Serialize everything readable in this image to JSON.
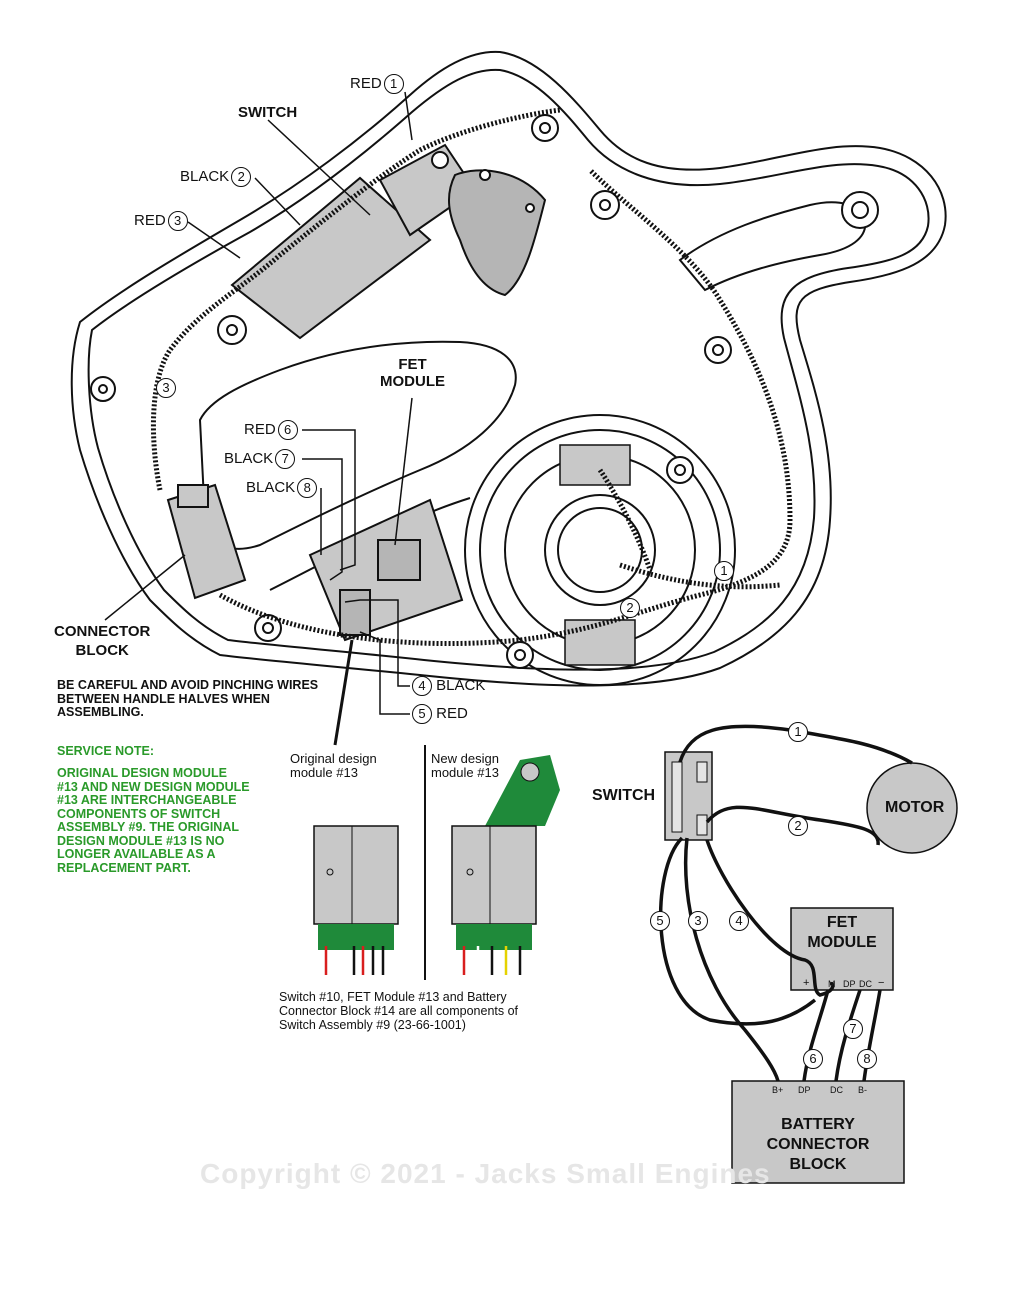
{
  "labels": {
    "switch_top": "SWITCH",
    "red1": "RED",
    "black2": "BLACK",
    "red3": "RED",
    "fet_module": "FET\nMODULE",
    "red6": "RED",
    "black7": "BLACK",
    "black8": "BLACK",
    "black4": "BLACK",
    "red5": "RED",
    "connector_block": "CONNECTOR\nBLOCK",
    "three_left": "3"
  },
  "circled_numbers": {
    "n1": "1",
    "n2": "2",
    "n3": "3",
    "n4": "4",
    "n5": "5",
    "n6": "6",
    "n7": "7",
    "n8": "8"
  },
  "caution_note": "BE CAREFUL AND AVOID PINCHING WIRES\nBETWEEN HANDLE HALVES WHEN\nASSEMBLING.",
  "service_note": {
    "title": "SERVICE NOTE:",
    "body": "ORIGINAL DESIGN MODULE\n#13 AND NEW DESIGN MODULE\n#13 ARE INTERCHANGEABLE\nCOMPONENTS OF SWITCH\nASSEMBLY #9. THE ORIGINAL\nDESIGN MODULE #13 IS NO\nLONGER AVAILABLE AS A\nREPLACEMENT PART."
  },
  "inset": {
    "original_title": "Original design\nmodule #13",
    "new_title": "New design\nmodule #13",
    "caption": "Switch #10, FET Module #13 and Battery\nConnector Block #14 are all components of\nSwitch Assembly #9 (23-66-1001)"
  },
  "schematic": {
    "switch": "SWITCH",
    "motor": "MOTOR",
    "fet_module": "FET\nMODULE",
    "battery": "BATTERY\nCONNECTOR\nBLOCK",
    "fet_pins": [
      "+",
      "M",
      "DP",
      "DC",
      "−"
    ],
    "battery_pins": [
      "B+",
      "DP",
      "DC",
      "B-"
    ],
    "wire_numbers": [
      "1",
      "2",
      "3",
      "4",
      "5",
      "6",
      "7",
      "8"
    ]
  },
  "watermark": "Copyright © 2021 - Jacks Small Engines",
  "colors": {
    "housing": "#111111",
    "component_fill": "#c8c8c8",
    "board_green": "#1f8a3a",
    "note_green": "#2a9a2a",
    "wire_red": "#d81e1e",
    "wire_yellow": "#e5d200"
  }
}
